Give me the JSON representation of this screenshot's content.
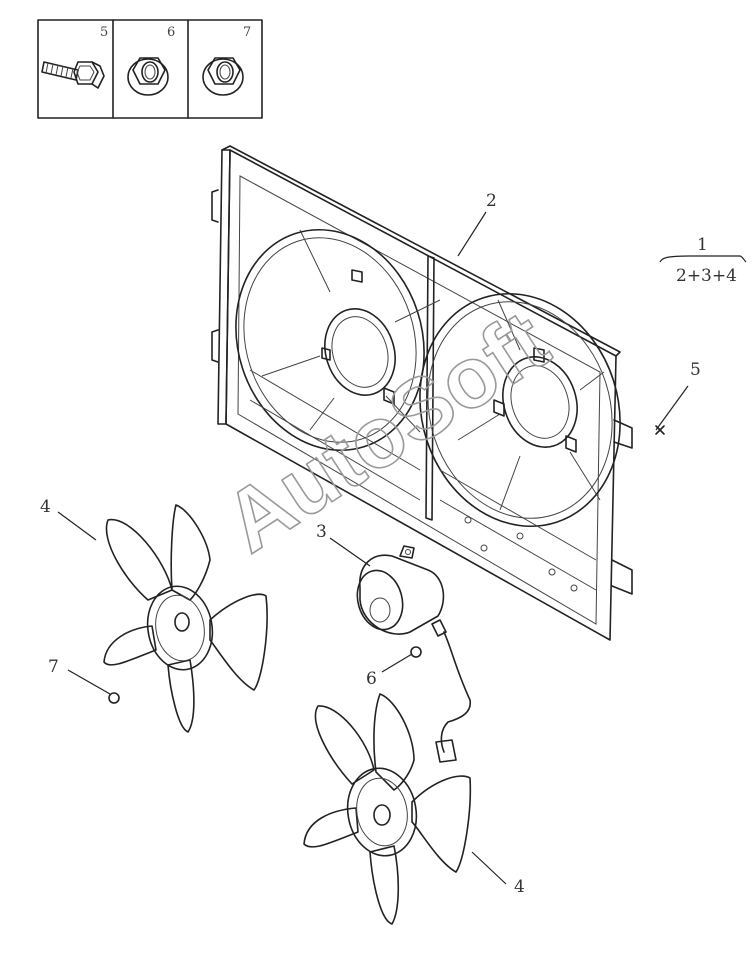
{
  "hardware_table": {
    "headers": [
      "5",
      "6",
      "7"
    ],
    "items": [
      "bolt-icon",
      "flange-nut-icon",
      "flange-nut-icon"
    ]
  },
  "callouts": {
    "assembly_number": "1",
    "assembly_formula": "2+3+4",
    "shroud": "2",
    "motor": "3",
    "fan_left": "4",
    "fan_right": "4",
    "bolt": "5",
    "nut_motor": "6",
    "nut_fan": "7"
  },
  "watermark": "AutoSoft",
  "colors": {
    "line": "#222222",
    "watermark": "#9a9a9a",
    "background": "#ffffff"
  }
}
